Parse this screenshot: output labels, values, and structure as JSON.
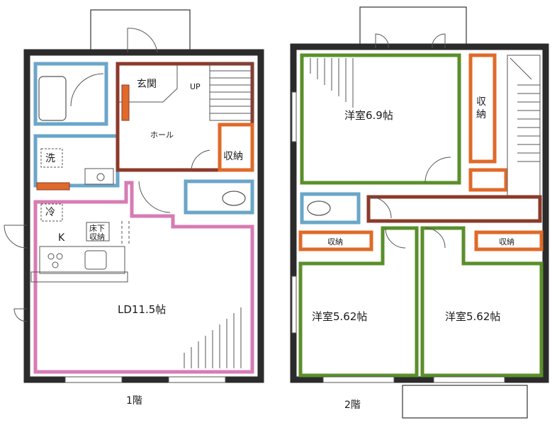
{
  "floors": {
    "first": {
      "caption": "1階",
      "rooms": {
        "entrance": "玄関",
        "up": "UP",
        "hall": "ホール",
        "storage": "収納",
        "wash": "洗",
        "fridge": "冷",
        "kitchen": "K",
        "underfloor": [
          "床下",
          "収納"
        ],
        "ld": "LD11.5帖"
      }
    },
    "second": {
      "caption": "2階",
      "rooms": {
        "western1": "洋室6.9帖",
        "storage_v": [
          "収",
          "納"
        ],
        "western2": "洋室5.62帖",
        "western3": "洋室5.62帖",
        "storage_left": "収納",
        "storage_right": "収納"
      }
    }
  },
  "colors": {
    "wall": "#2b2b2b",
    "wet_area": "#6aa6c8",
    "hall_border": "#8c3a2a",
    "storage_border": "#e06a2a",
    "ldk_border": "#d77bb3",
    "bedroom_border": "#5a8f2a"
  }
}
